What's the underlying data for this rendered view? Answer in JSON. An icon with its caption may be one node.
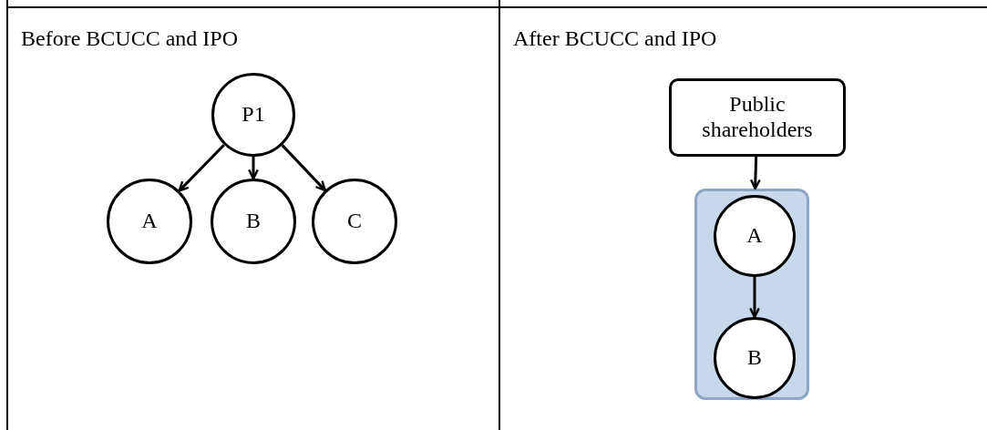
{
  "diagram": {
    "nodes": [
      {
        "text": [
          "Before BCUCC and IPO"
        ]
      },
      {
        "text": [
          "P1"
        ],
        "in": 0
      },
      {
        "text": [
          "A"
        ],
        "in": 0
      },
      {
        "text": [
          "B"
        ],
        "in": 0
      },
      {
        "text": [
          "C"
        ],
        "in": 0
      },
      {
        "text": [
          "After BCUCC and IPO"
        ]
      },
      {
        "text": [
          "Public shareholders"
        ],
        "in": 5
      },
      {
        "text": [],
        "shape": "box",
        "in": 5
      },
      {
        "text": [
          "A"
        ],
        "in": 7
      },
      {
        "text": [
          "B"
        ],
        "in": 7
      }
    ],
    "edges": [
      {
        "from": 1,
        "to": 2,
        "arrow": "to"
      },
      {
        "from": 1,
        "to": 3,
        "arrow": "to"
      },
      {
        "from": 1,
        "to": 4,
        "arrow": "to"
      },
      {
        "from": 6,
        "to": 7,
        "arrow": "to"
      },
      {
        "from": 8,
        "to": 9,
        "arrow": "to"
      }
    ]
  }
}
